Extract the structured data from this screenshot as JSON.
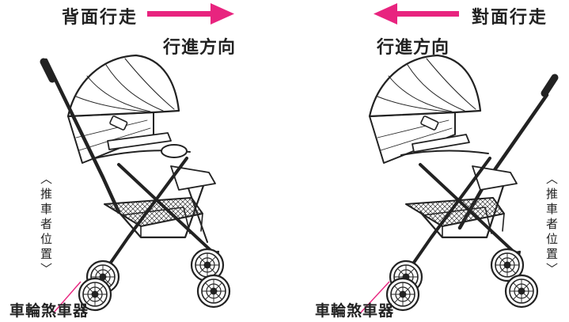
{
  "left": {
    "heading": "背面行走",
    "direction_label": "行進方向",
    "pusher_position": "〈推車者位置〉",
    "brake_label": "車輪煞車器"
  },
  "right": {
    "heading": "對面行走",
    "direction_label": "行進方向",
    "pusher_position": "〈推車者位置〉",
    "brake_label": "車輪煞車器"
  },
  "colors": {
    "arrow": "#e8247f",
    "line": "#222222",
    "brake_leader": "#e8247f"
  }
}
